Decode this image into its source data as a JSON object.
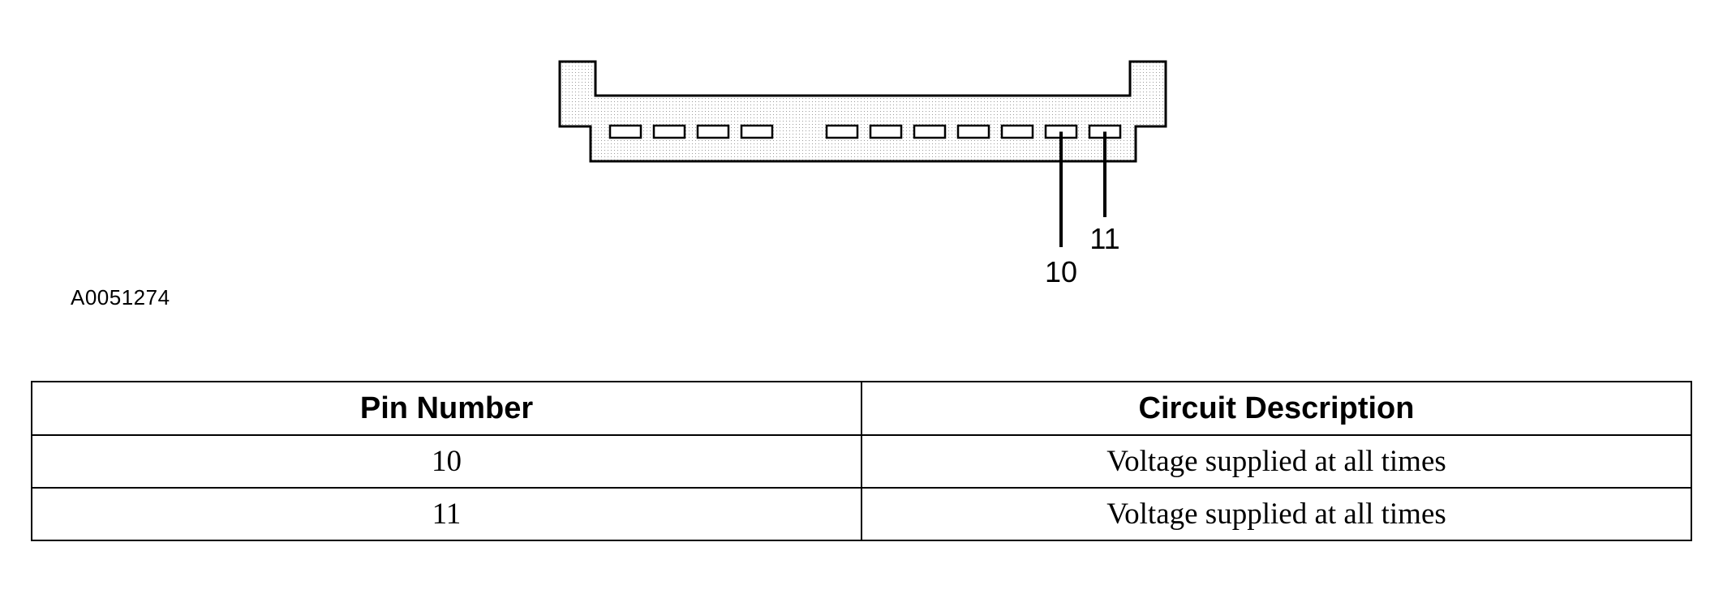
{
  "diagram": {
    "figure_id": "A0051274",
    "callouts": [
      {
        "pin": "10",
        "cavity_index": 10
      },
      {
        "pin": "11",
        "cavity_index": 11
      }
    ],
    "cavity_groups": [
      4,
      7
    ]
  },
  "table": {
    "headers": [
      "Pin Number",
      "Circuit Description"
    ],
    "rows": [
      [
        "10",
        "Voltage supplied at all times"
      ],
      [
        "11",
        "Voltage supplied at all times"
      ]
    ]
  }
}
